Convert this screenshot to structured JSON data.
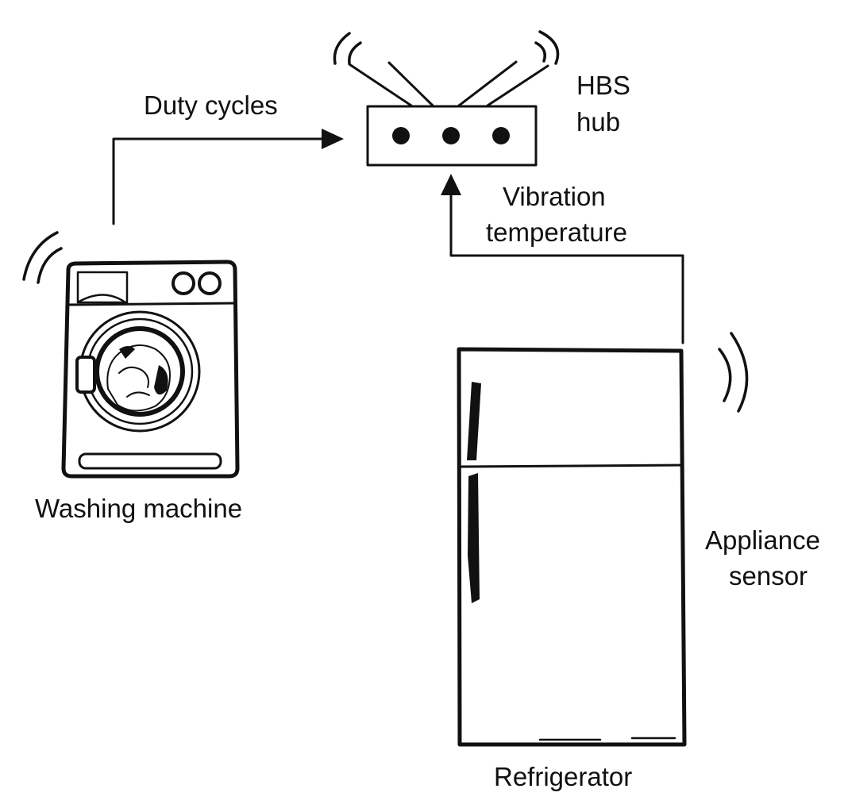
{
  "labels": {
    "hub_line1": "HBS",
    "hub_line2": "hub",
    "duty_cycles": "Duty cycles",
    "vibration_line1": "Vibration",
    "vibration_line2": "temperature",
    "washing_machine": "Washing machine",
    "appliance_sensor_line1": "Appliance",
    "appliance_sensor_line2": "sensor",
    "refrigerator": "Refrigerator"
  },
  "icons": {
    "hub": "router-hub-icon",
    "washer": "washing-machine-icon",
    "fridge": "refrigerator-icon",
    "wireless": "wireless-signal-icon"
  },
  "colors": {
    "ink": "#111111",
    "background": "#ffffff"
  }
}
